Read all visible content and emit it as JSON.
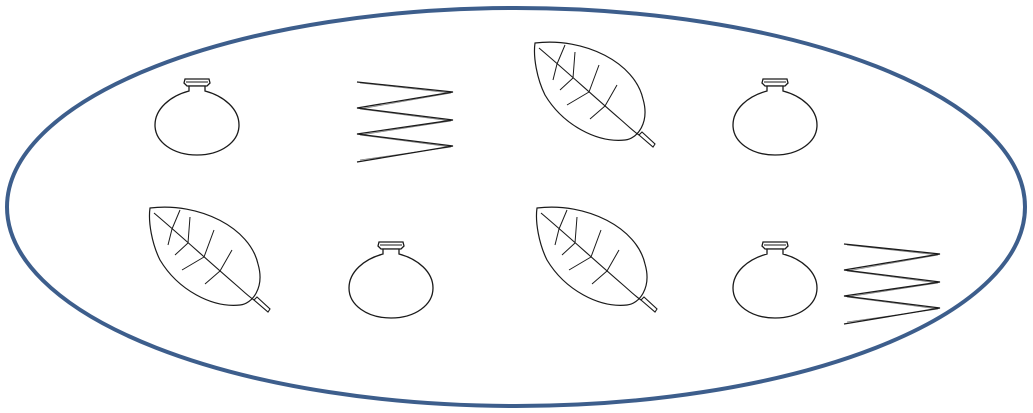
{
  "colors": {
    "background": "#ffffff",
    "boundary": "#3d5e8c",
    "line_art": "#1a1a1a"
  },
  "set": {
    "shape": "ellipse",
    "top_row": [
      "pot-icon",
      "zigzag-icon",
      "leaf-icon",
      "pot-icon"
    ],
    "bottom_row": [
      "leaf-icon",
      "pot-icon",
      "leaf-icon",
      "pot-icon",
      "zigzag-icon"
    ],
    "counts": {
      "pot": 4,
      "leaf": 3,
      "zigzag": 2
    }
  }
}
